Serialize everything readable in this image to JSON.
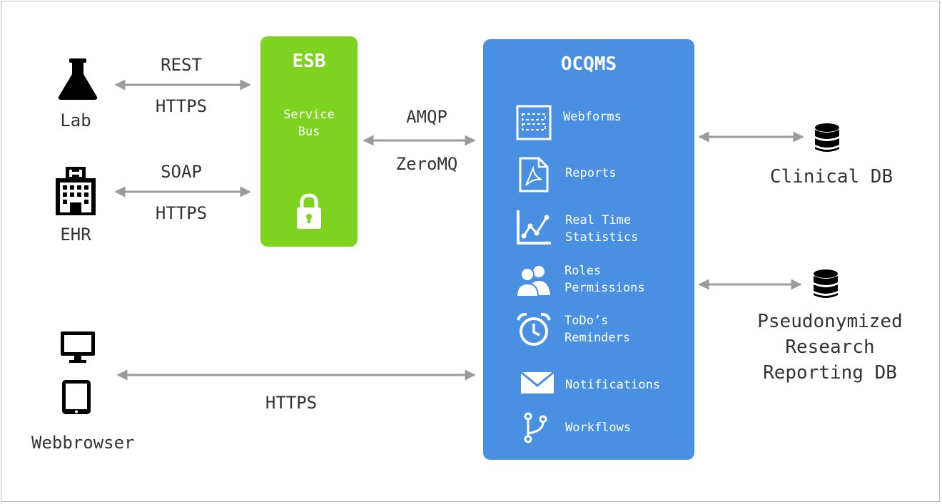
{
  "colors": {
    "esb": "#7ed321",
    "ocqms": "#4a90e2",
    "arrow": "#9b9b9b",
    "text": "#333333"
  },
  "clients": {
    "lab": {
      "label": "Lab",
      "icon": "flask-icon"
    },
    "ehr": {
      "label": "EHR",
      "icon": "hospital-icon"
    },
    "web": {
      "label": "Webbrowser",
      "icons": [
        "monitor-icon",
        "tablet-icon"
      ]
    }
  },
  "links": {
    "lab_esb": {
      "top": "REST",
      "bottom": "HTTPS"
    },
    "ehr_esb": {
      "top": "SOAP",
      "bottom": "HTTPS"
    },
    "esb_ocqms": {
      "top": "AMQP",
      "bottom": "ZeroMQ"
    },
    "web_ocqms": {
      "bottom": "HTTPS"
    }
  },
  "esb": {
    "title": "ESB",
    "subtitle_line1": "Service",
    "subtitle_line2": "Bus",
    "icon": "lock-icon"
  },
  "ocqms": {
    "title": "OCQMS",
    "features": [
      {
        "line1": "Webforms",
        "line2": "",
        "icon": "webform-icon"
      },
      {
        "line1": "Reports",
        "line2": "",
        "icon": "pdf-document-icon"
      },
      {
        "line1": "Real Time",
        "line2": "Statistics",
        "icon": "line-chart-icon"
      },
      {
        "line1": "Roles",
        "line2": "Permissions",
        "icon": "users-icon"
      },
      {
        "line1": "ToDo’s",
        "line2": "Reminders",
        "icon": "alarm-clock-icon"
      },
      {
        "line1": "Notifications",
        "line2": "",
        "icon": "envelope-icon"
      },
      {
        "line1": "Workflows",
        "line2": "",
        "icon": "branch-icon"
      }
    ]
  },
  "databases": {
    "clinical": {
      "label": "Clinical DB",
      "icon": "database-icon"
    },
    "research": {
      "line1": "Pseudonymized",
      "line2": "Research",
      "line3": "Reporting DB",
      "icon": "database-icon"
    }
  }
}
